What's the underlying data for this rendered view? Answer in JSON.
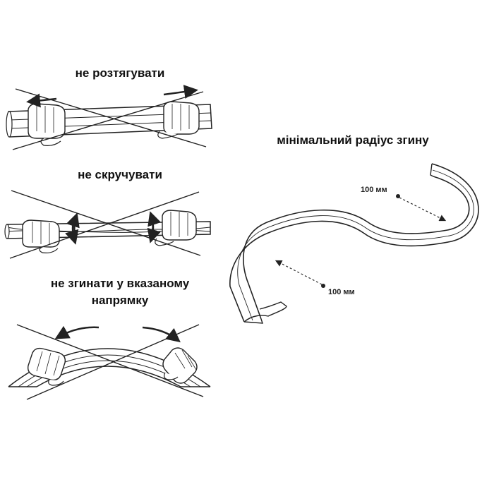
{
  "labels": {
    "no_stretch": "не розтягувати",
    "no_twist": "не скручувати",
    "no_bend_line1": "не згинати у вказаному",
    "no_bend_line2": "напрямку",
    "min_radius": "мінімальний радіус згину"
  },
  "dimensions": {
    "radius_1": "100 мм",
    "radius_2": "100 мм"
  },
  "colors": {
    "line": "#222222",
    "fill": "#ffffff",
    "shade": "#d8d8d8"
  }
}
